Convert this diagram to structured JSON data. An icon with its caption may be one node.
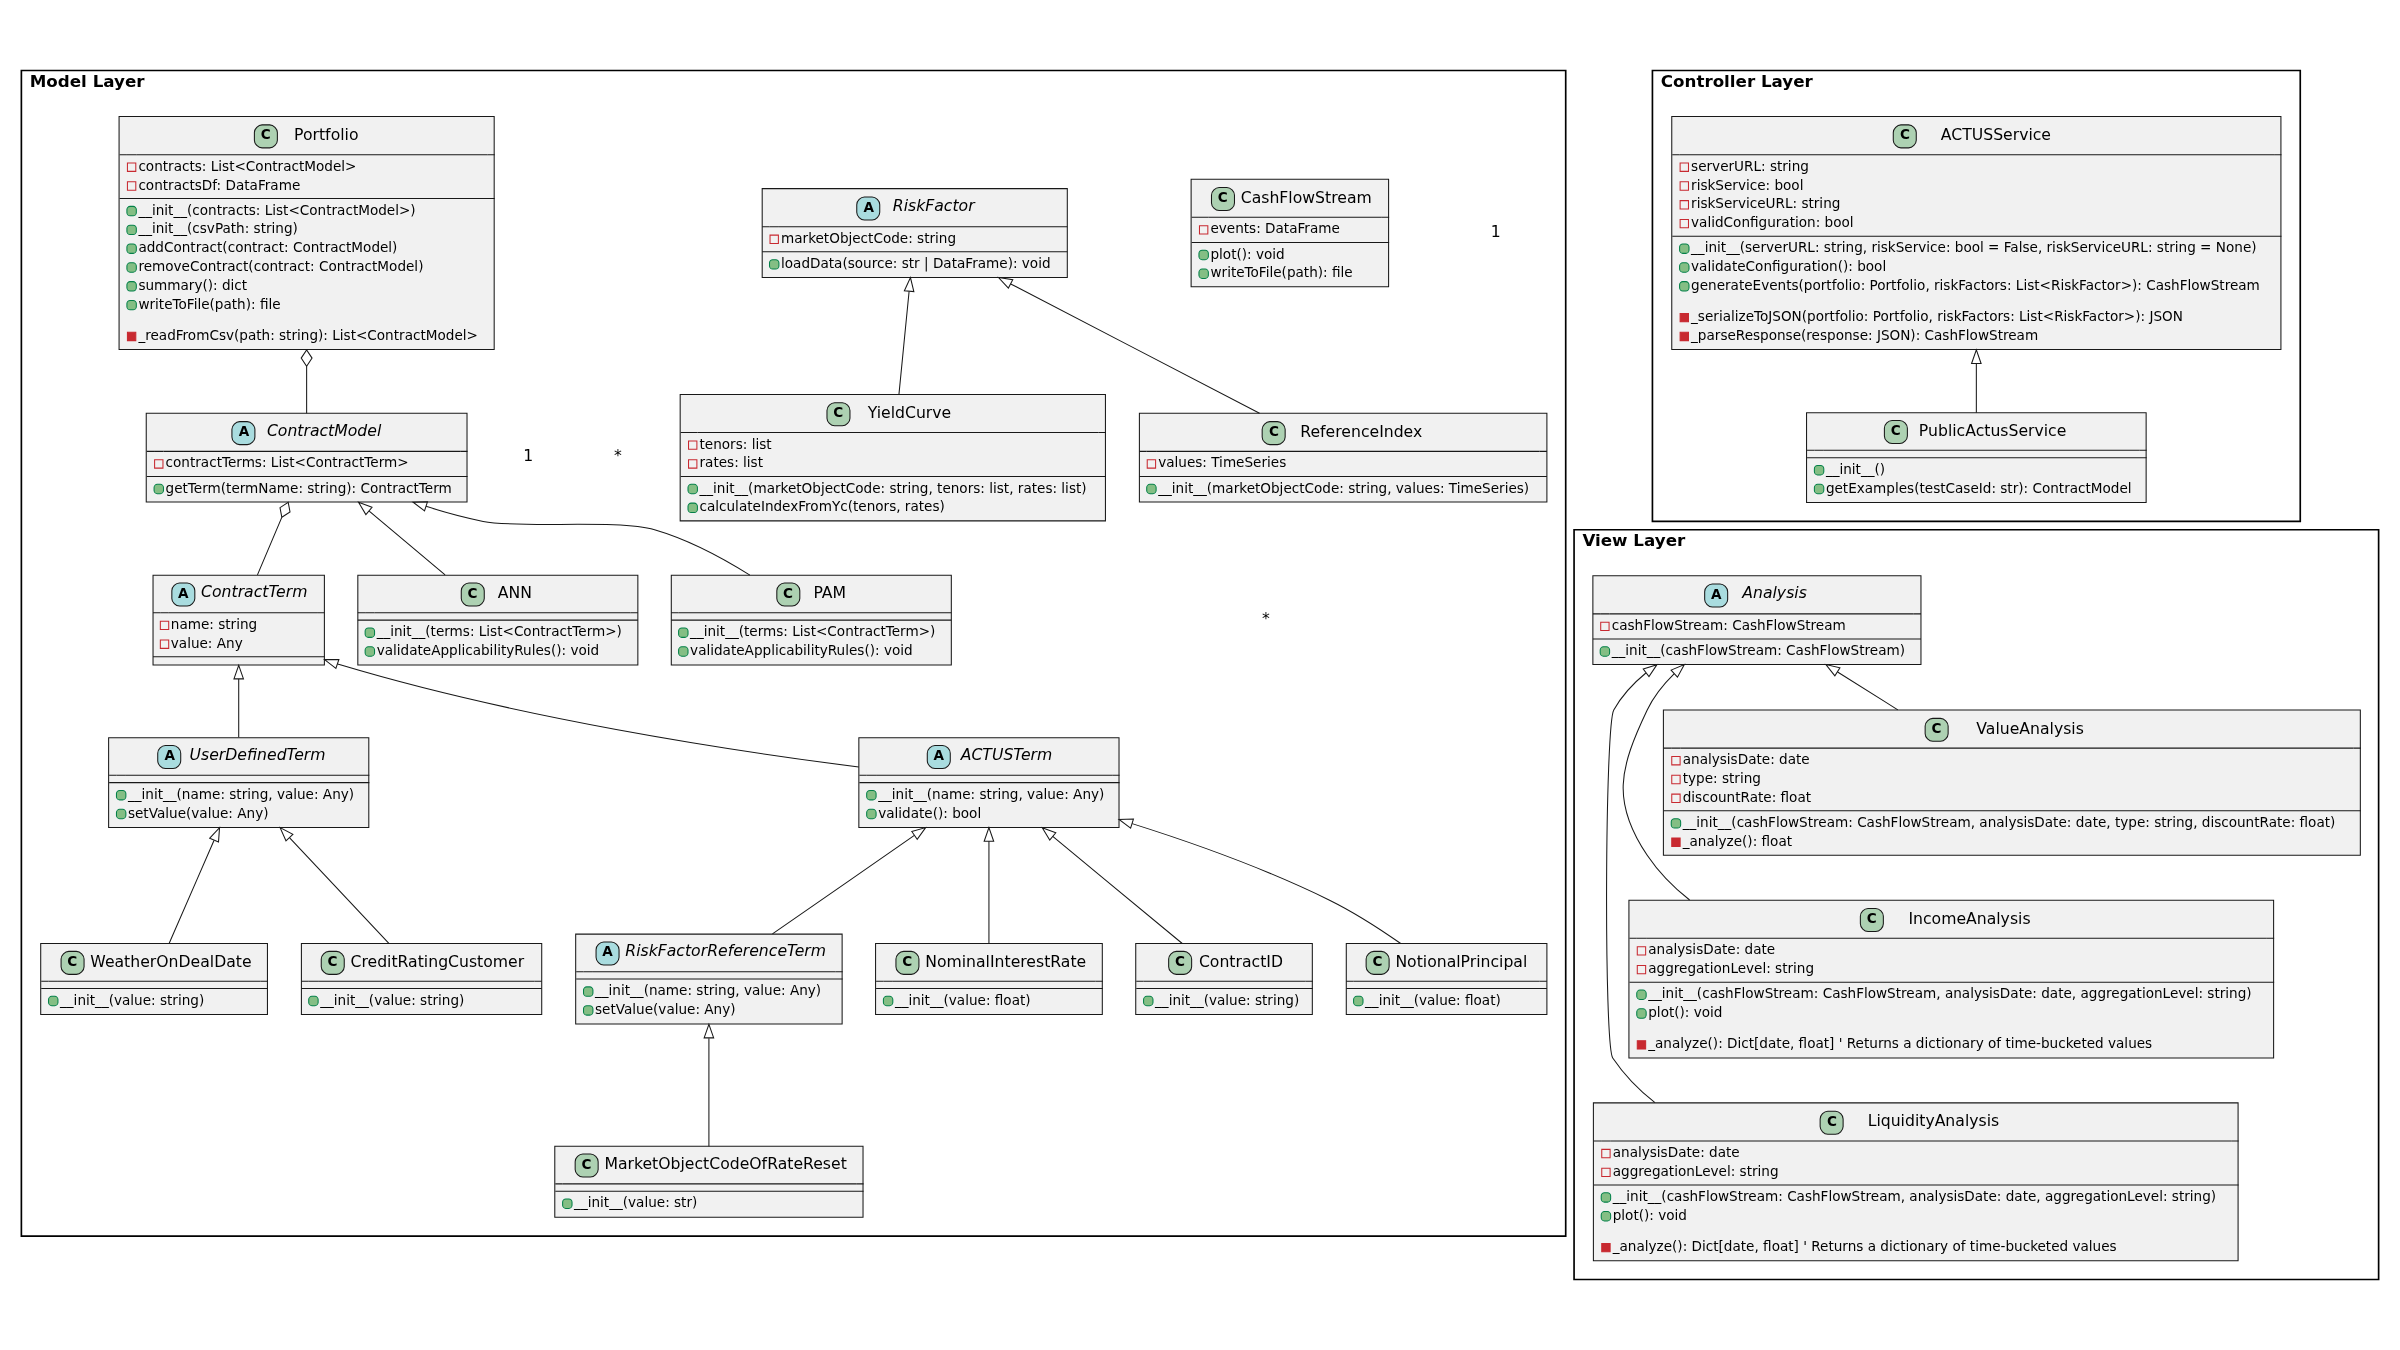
{
  "diagram": {
    "nodes": [
      {
        "text": [
          "Model Layer"
        ]
      },
      {
        "text": [
          "A",
          "RiskFactor",
          "marketObjectCode: string",
          "loadData(source: str | DataFrame): void"
        ],
        "in": 0
      },
      {
        "text": [
          "C",
          "Portfolio",
          "contracts: List<ContractModel>",
          "contractsDf: DataFrame",
          "__init__(contracts: List<ContractModel>)",
          "__init__(csvPath: string)",
          "addContract(contract: ContractModel)",
          "removeContract(contract: ContractModel)",
          "summary(): dict",
          "writeToFile(path): file",
          "_readFromCsv(path: string): List<ContractModel>"
        ],
        "in": 0
      },
      {
        "text": [
          "C",
          "CashFlowStream",
          "events: DataFrame",
          "plot(): void",
          "writeToFile(path): file"
        ],
        "in": 0
      },
      {
        "text": [
          "C",
          "ReferenceIndex",
          "values: TimeSeries",
          "__init__(marketObjectCode: string, values: TimeSeries)"
        ],
        "in": 0
      },
      {
        "text": [
          "C",
          "YieldCurve",
          "tenors: list",
          "rates: list",
          "__init__(marketObjectCode: string, tenors: list, rates: list)",
          "calculateIndexFromYc(tenors, rates)"
        ],
        "in": 0
      },
      {
        "text": [
          "A",
          "ContractModel",
          "contractTerms: List<ContractTerm>",
          "getTerm(termName: string): ContractTerm"
        ],
        "in": 0
      },
      {
        "text": [
          "A",
          "ContractTerm",
          "name: string",
          "value: Any"
        ],
        "in": 0
      },
      {
        "text": [
          "C",
          "PAM",
          "__init__(terms: List<ContractTerm>)",
          "validateApplicabilityRules(): void"
        ],
        "in": 0
      },
      {
        "text": [
          "C",
          "ANN",
          "__init__(terms: List<ContractTerm>)",
          "validateApplicabilityRules(): void"
        ],
        "in": 0
      },
      {
        "text": [
          "A",
          "ACTUSTerm",
          "__init__(name: string, value: Any)",
          "validate(): bool"
        ],
        "in": 0
      },
      {
        "text": [
          "A",
          "UserDefinedTerm",
          "__init__(name: string, value: Any)",
          "setValue(value: Any)"
        ],
        "in": 0
      },
      {
        "text": [
          "A",
          "RiskFactorReferenceTerm",
          "__init__(name: string, value: Any)",
          "setValue(value: Any)"
        ],
        "in": 0
      },
      {
        "text": [
          "C",
          "NotionalPrincipal",
          "__init__(value: float)"
        ],
        "in": 0
      },
      {
        "text": [
          "C",
          "ContractID",
          "__init__(value: string)"
        ],
        "in": 0
      },
      {
        "text": [
          "C",
          "NominalInterestRate",
          "__init__(value: float)"
        ],
        "in": 0
      },
      {
        "text": [
          "C",
          "CreditRatingCustomer",
          "__init__(value: string)"
        ],
        "in": 0
      },
      {
        "text": [
          "C",
          "WeatherOnDealDate",
          "__init__(value: string)"
        ],
        "in": 0
      },
      {
        "text": [
          "C",
          "MarketObjectCodeOfRateReset",
          "__init__(value: str)"
        ],
        "in": 0
      },
      {
        "text": [
          "Controller Layer"
        ]
      },
      {
        "text": [
          "C",
          "ACTUSService",
          "serverURL: string",
          "riskService: bool",
          "riskServiceURL: string",
          "validConfiguration: bool",
          "__init__(serverURL: string, riskService: bool = False, riskServiceURL: string = None)",
          "validateConfiguration(): bool",
          "generateEvents(portfolio: Portfolio, riskFactors: List<RiskFactor>): CashFlowStream",
          "_serializeToJSON(portfolio: Portfolio, riskFactors: List<RiskFactor>): JSON",
          "_parseResponse(response: JSON): CashFlowStream"
        ],
        "in": 19
      },
      {
        "text": [
          "C",
          "PublicActusService",
          "__init__()",
          "getExamples(testCaseId: str): ContractModel"
        ],
        "in": 19
      },
      {
        "text": [
          "View Layer"
        ]
      },
      {
        "text": [
          "A",
          "Analysis",
          "cashFlowStream: CashFlowStream",
          "__init__(cashFlowStream: CashFlowStream)"
        ],
        "in": 22
      },
      {
        "text": [
          "C",
          "ValueAnalysis",
          "analysisDate: date",
          "type: string",
          "discountRate: float",
          "__init__(cashFlowStream: CashFlowStream, analysisDate: date, type: string, discountRate: float)",
          "_analyze(): float"
        ],
        "in": 22
      },
      {
        "text": [
          "C",
          "IncomeAnalysis",
          "analysisDate: date",
          "aggregationLevel: string",
          "__init__(cashFlowStream: CashFlowStream, analysisDate: date, aggregationLevel: string)",
          "plot(): void",
          "_analyze(): Dict[date, float] ' Returns a dictionary of time-bucketed values"
        ],
        "in": 22
      },
      {
        "text": [
          "C",
          "LiquidityAnalysis",
          "analysisDate: date",
          "aggregationLevel: string",
          "__init__(cashFlowStream: CashFlowStream, analysisDate: date, aggregationLevel: string)",
          "plot(): void",
          "_analyze(): Dict[date, float] ' Returns a dictionary of time-bucketed values"
        ],
        "in": 22
      }
    ],
    "edges": [
      {
        "from": 4,
        "to": 1,
        "arrow": "to"
      },
      {
        "from": 5,
        "to": 1,
        "arrow": "to"
      },
      {
        "from": 6,
        "to": 2,
        "arrow": "other"
      },
      {
        "from": 8,
        "to": 6,
        "arrow": "to"
      },
      {
        "from": 9,
        "to": 6,
        "arrow": "to"
      },
      {
        "from": 7,
        "to": 6,
        "arrow": "other"
      },
      {
        "from": 10,
        "to": 7,
        "arrow": "to"
      },
      {
        "from": 11,
        "to": 7,
        "arrow": "to"
      },
      {
        "from": 12,
        "to": 10,
        "arrow": "to"
      },
      {
        "from": 13,
        "to": 10,
        "arrow": "to"
      },
      {
        "from": 14,
        "to": 10,
        "arrow": "to"
      },
      {
        "from": 15,
        "to": 10,
        "arrow": "to"
      },
      {
        "from": 16,
        "to": 11,
        "arrow": "to"
      },
      {
        "from": 17,
        "to": 11,
        "arrow": "to"
      },
      {
        "from": 18,
        "to": 12,
        "arrow": "to"
      },
      {
        "from": 21,
        "to": 20,
        "arrow": "to"
      },
      {
        "from": 24,
        "to": 23,
        "arrow": "to"
      },
      {
        "from": 25,
        "to": 23,
        "arrow": "to"
      },
      {
        "from": 26,
        "to": 23,
        "arrow": "to"
      }
    ],
    "labels": [
      "1",
      "*",
      "1",
      "*"
    ]
  }
}
